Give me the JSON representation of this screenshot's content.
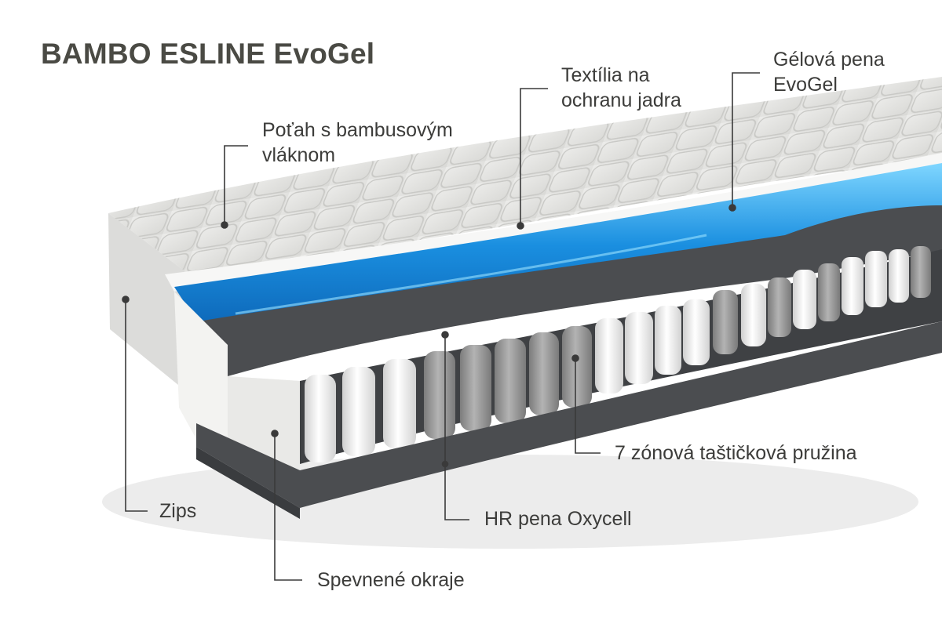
{
  "title": "BAMBO ESLINE EvoGel",
  "colors": {
    "text": "#3c3c3a",
    "title": "#4a4a44",
    "leader_line": "#3a3a3a",
    "gel_layer": "#1e8fd6",
    "cover_fabric": "#e6e6e4",
    "hr_foam": "#4b4d50",
    "edge_foam": "#f3f3f1"
  },
  "callouts": {
    "cover": {
      "lines": [
        "Poťah s bambusovým",
        "vláknom"
      ]
    },
    "textile": {
      "lines": [
        "Textília na",
        "ochranu jadra"
      ]
    },
    "gel": {
      "lines": [
        "Gélová pena",
        "EvoGel"
      ]
    },
    "springs": {
      "lines": [
        "7 zónová taštičková pružina"
      ]
    },
    "hr_foam": {
      "lines": [
        "HR pena Oxycell"
      ]
    },
    "zips": {
      "lines": [
        "Zips"
      ]
    },
    "edges": {
      "lines": [
        "Spevnené okraje"
      ]
    }
  }
}
